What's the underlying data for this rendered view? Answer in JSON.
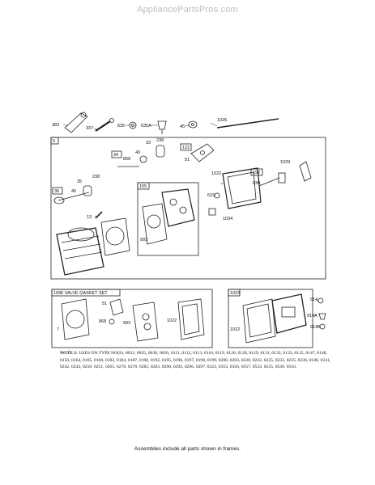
{
  "watermark": "AppliancePartsPros.com",
  "parts": {
    "p383": "383",
    "p337": "337",
    "p635": "635",
    "p635a": "635A",
    "p45": "45",
    "p1026": "1026",
    "main_frame": "5",
    "p34": "34",
    "p868a": "868",
    "p40a": "40",
    "p33": "33",
    "p238a": "238",
    "p122": "122",
    "p51a": "51",
    "p1022a": "1022",
    "p192": "192",
    "p1029": "1029",
    "p830": "830",
    "p35": "35",
    "p238b": "238",
    "p36": "36",
    "p40b": "40",
    "p155": "155",
    "p619": "619",
    "p1034": "1034",
    "p13": "13",
    "p7a": "7",
    "p993a": "993",
    "gasket_frame": "1095 VALVE GASKET SET",
    "p7b": "7",
    "p51b": "51",
    "p868b": "868",
    "p993b": "993",
    "p1022b": "1022",
    "cover_frame": "1023",
    "p914": "914",
    "p914a": "914A",
    "p914b": "914B",
    "p1022c": "1022"
  },
  "note": {
    "lead": "NOTE 1:",
    "text": "USES ON TYPE NO(S). 0033, 0035, 0036, 0050, 0111, 0112, 0113, 0116, 0119, 0120, 0128, 0129, 0131, 0132, 0133, 0135, 0147, 0148, 0156, 0164, 0165, 0168, 0182, 0184, 0187, 0190, 0192, 0195, 0196, 0197, 0198, 0199, 0200, 0203, 0220, 0222, 0225, 0233, 0235, 0236, 0240, 0241, 0242, 0243, 0250, 0251, 0265, 0270, 0278, 0282, 0283, 0290, 0292, 0296, 0297, 0323, 0353, 0356, 0357, 0533, 0535, 0536, 0550."
  },
  "footer": "Assemblies include all parts shown in frames."
}
